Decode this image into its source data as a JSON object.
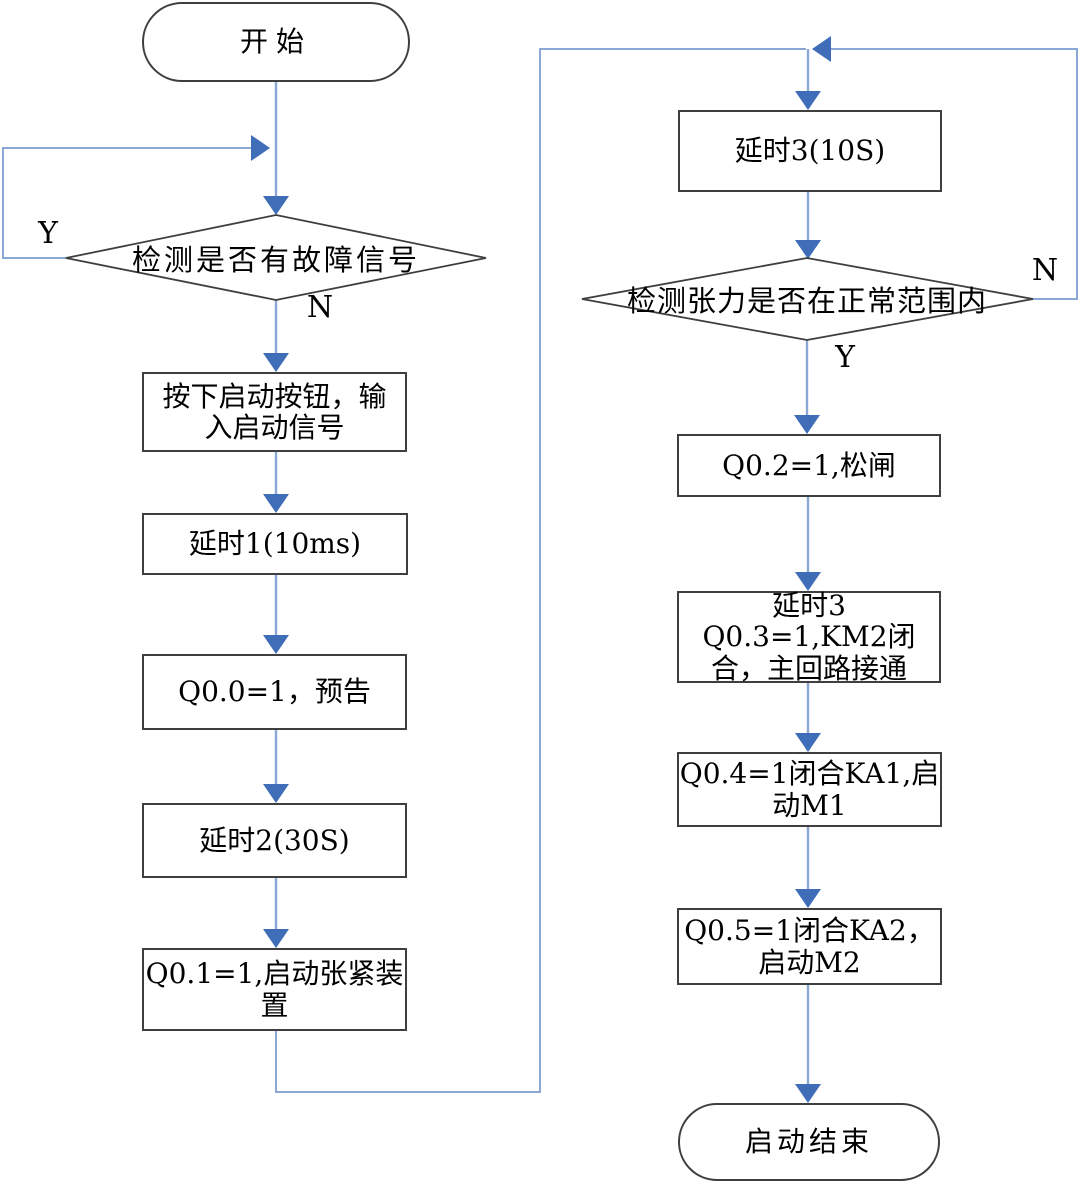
{
  "diagram": {
    "nodes": {
      "start": {
        "type": "terminator",
        "label": "开始"
      },
      "check_fault": {
        "type": "decision",
        "label": "检测是否有故障信号"
      },
      "press_start": {
        "type": "process",
        "label": "按下启动按钮，输\n入启动信号"
      },
      "delay1": {
        "type": "process",
        "label": "延时1(10ms)"
      },
      "q00_forewarn": {
        "type": "process",
        "label": "Q0.0=1，预告"
      },
      "delay2": {
        "type": "process",
        "label": "延时2(30S)"
      },
      "q01_tension": {
        "type": "process",
        "label": "Q0.1=1,启动张紧装\n置"
      },
      "delay3": {
        "type": "process",
        "label": "延时3(10S)"
      },
      "check_tension": {
        "type": "decision",
        "label": "检测张力是否在正常范围内"
      },
      "q02_brake": {
        "type": "process",
        "label": "Q0.2=1,松闸"
      },
      "q03_km2": {
        "type": "process",
        "label": "延时3\nQ0.3=1,KM2闭\n合，主回路接通"
      },
      "q04_ka1": {
        "type": "process",
        "label": "Q0.4=1闭合KA1,启\n动M1"
      },
      "q05_ka2": {
        "type": "process",
        "label": "Q0.5=1闭合KA2，\n启动M2"
      },
      "end": {
        "type": "terminator",
        "label": "启动结束"
      }
    },
    "branch_labels": {
      "fault_yes": "Y",
      "fault_no": "N",
      "tension_yes": "Y",
      "tension_no": "N"
    },
    "colors": {
      "connector": "#8aa7d6",
      "arrowhead": "#3f6db8",
      "shape_border": "#3f3f3f",
      "background": "#ffffff",
      "text": "#000000"
    }
  }
}
